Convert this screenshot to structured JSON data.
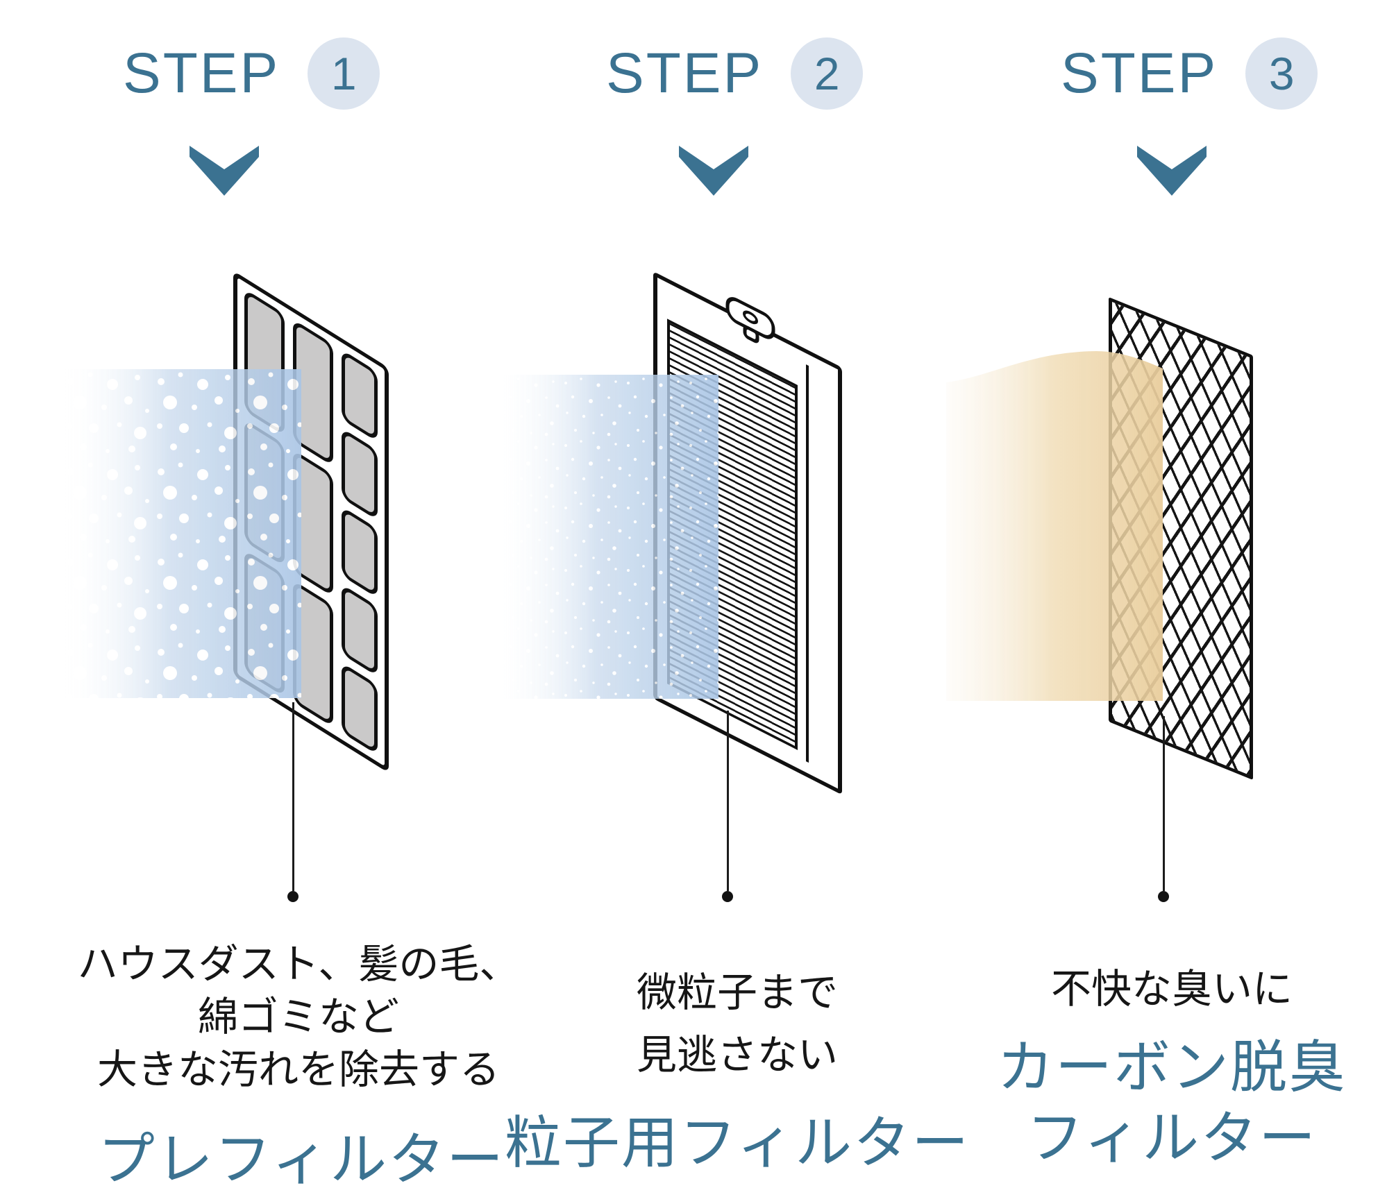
{
  "theme": {
    "teal": "#3b7291",
    "circle_bg": "#dce4ef",
    "ink": "#161616",
    "panel_line": "#101010",
    "panel_gray": "#cac9c9",
    "dust_blue": "#a9c5e5",
    "odor_tan": "#ebd0a0"
  },
  "steps": [
    {
      "label": "STEP",
      "number": "1",
      "illustration": "pre-filter-panel",
      "description_lines": [
        "ハウスダスト、髪の毛、",
        "綿ゴミなど",
        "大きな汚れを除去する"
      ],
      "filter_name_lines": [
        "プレフィルター"
      ]
    },
    {
      "label": "STEP",
      "number": "2",
      "illustration": "pleated-particle-filter",
      "description_lines": [
        "微粒子まで",
        "見逃さない"
      ],
      "filter_name_lines": [
        "粒子用フィルター"
      ]
    },
    {
      "label": "STEP",
      "number": "3",
      "illustration": "carbon-mesh-filter",
      "description_lines": [
        "不快な臭いに"
      ],
      "filter_name_lines": [
        "カーボン脱臭",
        "フィルター"
      ]
    }
  ]
}
